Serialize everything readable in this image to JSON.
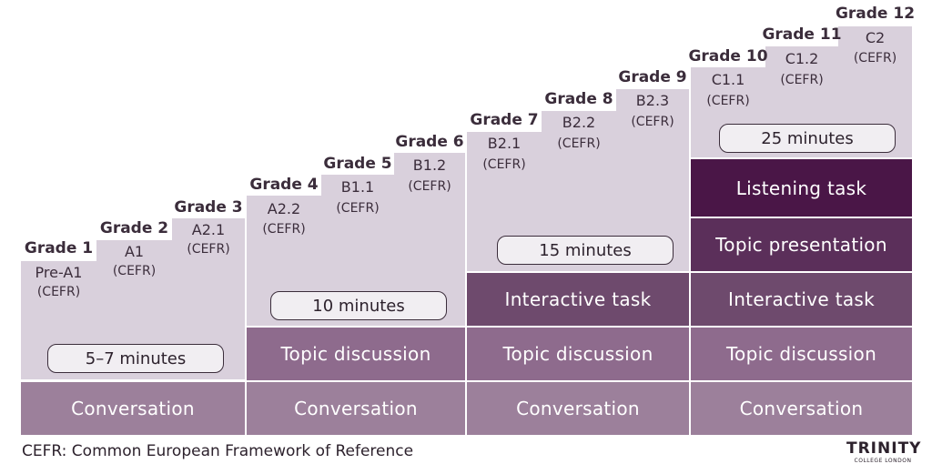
{
  "grades": [
    {
      "grade": "Grade 1",
      "level": "Pre-A1",
      "cefr": "(CEFR)"
    },
    {
      "grade": "Grade 2",
      "level": "A1",
      "cefr": "(CEFR)"
    },
    {
      "grade": "Grade 3",
      "level": "A2.1",
      "cefr": "(CEFR)"
    },
    {
      "grade": "Grade 4",
      "level": "A2.2",
      "cefr": "(CEFR)"
    },
    {
      "grade": "Grade 5",
      "level": "B1.1",
      "cefr": "(CEFR)"
    },
    {
      "grade": "Grade 6",
      "level": "B1.2",
      "cefr": "(CEFR)"
    },
    {
      "grade": "Grade 7",
      "level": "B2.1",
      "cefr": "(CEFR)"
    },
    {
      "grade": "Grade 8",
      "level": "B2.2",
      "cefr": "(CEFR)"
    },
    {
      "grade": "Grade 9",
      "level": "B2.3",
      "cefr": "(CEFR)"
    },
    {
      "grade": "Grade 10",
      "level": "C1.1",
      "cefr": "(CEFR)"
    },
    {
      "grade": "Grade 11",
      "level": "C1.2",
      "cefr": "(CEFR)"
    },
    {
      "grade": "Grade 12",
      "level": "C2",
      "cefr": "(CEFR)"
    }
  ],
  "stages": [
    {
      "duration": "5–7 minutes",
      "tasks": [
        "Conversation"
      ]
    },
    {
      "duration": "10 minutes",
      "tasks": [
        "Conversation",
        "Topic discussion"
      ]
    },
    {
      "duration": "15 minutes",
      "tasks": [
        "Conversation",
        "Topic discussion",
        "Interactive task"
      ]
    },
    {
      "duration": "25 minutes",
      "tasks": [
        "Conversation",
        "Topic discussion",
        "Interactive task",
        "Topic presentation",
        "Listening task"
      ]
    }
  ],
  "footnote": "CEFR: Common European Framework of Reference",
  "logo": {
    "main": "TRINITY",
    "sub": "COLLEGE LONDON"
  },
  "colors": {
    "background_steps": "#d9d0dc",
    "conversation": "#9c809b",
    "topic_discussion": "#8e6b8d",
    "interactive_task": "#6e4a6d",
    "topic_presentation": "#5b2f5a",
    "listening_task": "#4a1647"
  }
}
